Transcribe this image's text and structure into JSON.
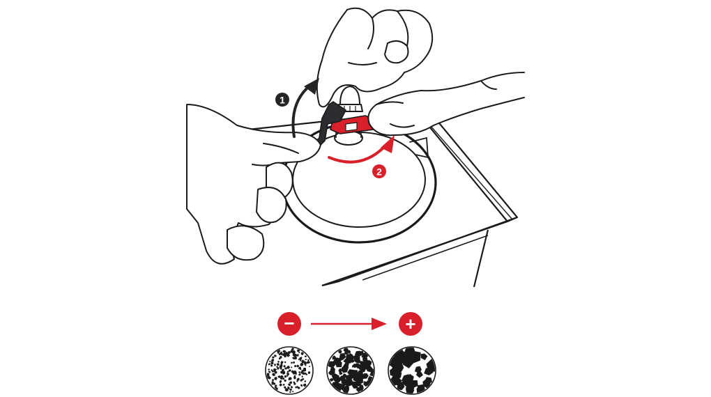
{
  "steps": [
    {
      "number": "1",
      "color": "#222426",
      "description": "lift-lever"
    },
    {
      "number": "2",
      "color": "#d9202a",
      "description": "rotate-collar"
    }
  ],
  "scale": {
    "minus_symbol": "−",
    "plus_symbol": "+",
    "accent_color": "#d9202a",
    "grind_samples": [
      {
        "level": "fine",
        "fraction": 0.15
      },
      {
        "level": "medium",
        "fraction": 0.5
      },
      {
        "level": "coarse",
        "fraction": 0.95
      }
    ]
  },
  "colors": {
    "outline": "#1a1a1a",
    "accent": "#d9202a",
    "lever": "#2b2d30"
  }
}
